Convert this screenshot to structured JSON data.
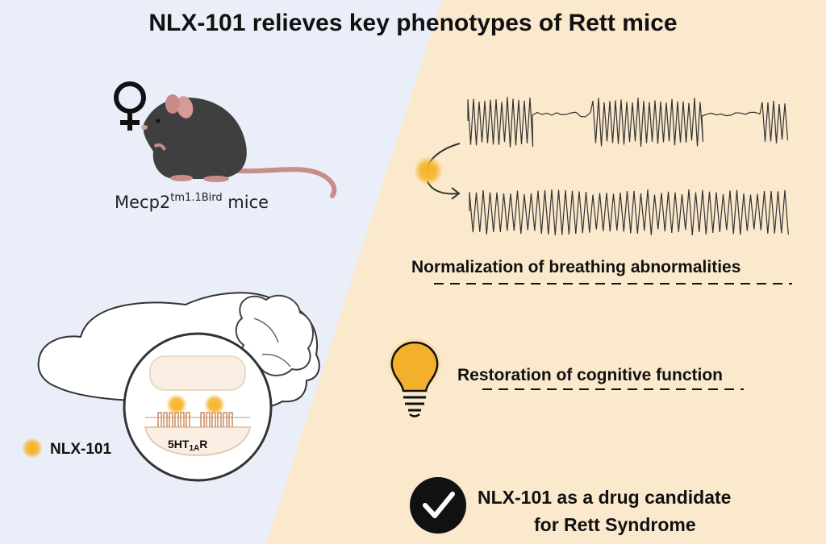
{
  "title": "NLX-101 relieves key phenotypes of Rett mice",
  "mouse": {
    "symbol": "♀",
    "label_main": "Mecp2",
    "label_sup": "tm1.1Bird",
    "label_tail": " mice",
    "icons": [
      "female-symbol-icon",
      "mouse-icon"
    ]
  },
  "legend": {
    "label": "NLX-101"
  },
  "receptor": {
    "label_main": "5HT",
    "label_sub": "1A",
    "label_tail": "R"
  },
  "outcomes": {
    "breathing": "Normalization of breathing abnormalities",
    "cognitive": "Restoration of cognitive function"
  },
  "conclusion": {
    "line1": "NLX-101 as a drug candidate",
    "line2": "for Rett Syndrome"
  },
  "colors": {
    "left_bg": "#e9eef8",
    "right_bg": "#fbe9cd",
    "accent": "#f2aa1e",
    "ink": "#111111"
  }
}
